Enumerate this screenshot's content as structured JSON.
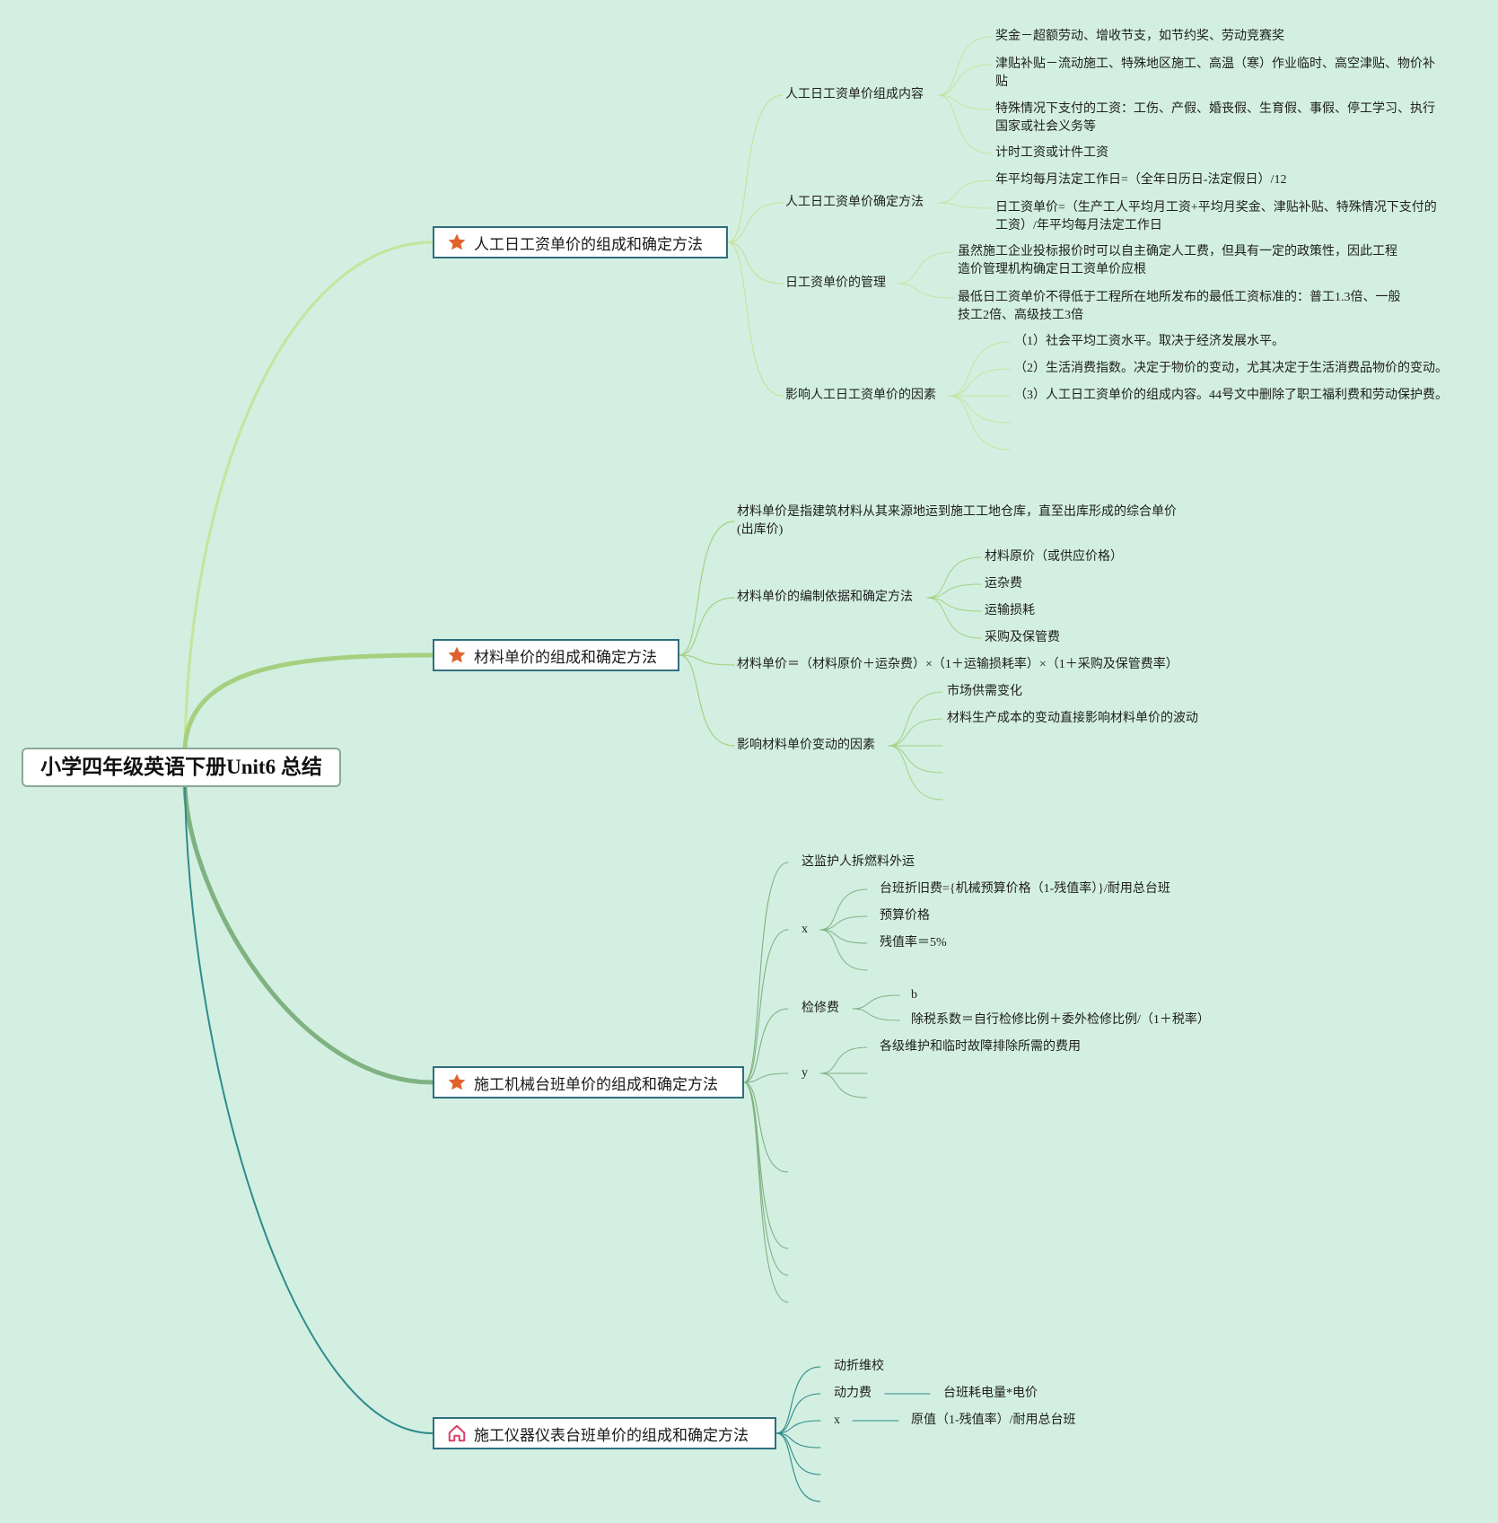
{
  "root": {
    "title": "小学四年级英语下册Unit6 总结"
  },
  "colors": {
    "background": "#d3efe2",
    "branch1": "#c6e49d",
    "branch2": "#a6d07f",
    "branch3": "#7fb281",
    "branch4": "#2f8b8b",
    "star": "#e0622d",
    "home": "#d9406a"
  },
  "branches": [
    {
      "label": "人工日工资单价的组成和确定方法",
      "icon": "star-icon",
      "children": [
        {
          "label": "人工日工资单价组成内容",
          "children": [
            "奖金－超额劳动、增收节支，如节约奖、劳动竞赛奖",
            "津贴补贴－流动施工、特殊地区施工、高温（寒）作业临时、高空津贴、物价补贴",
            "特殊情况下支付的工资：工伤、产假、婚丧假、生育假、事假、停工学习、执行国家或社会义务等",
            "计时工资或计件工资"
          ]
        },
        {
          "label": "人工日工资单价确定方法",
          "children": [
            "年平均每月法定工作日=（全年日历日-法定假日）/12",
            "日工资单价=（生产工人平均月工资+平均月奖金、津贴补贴、特殊情况下支付的工资）/年平均每月法定工作日"
          ]
        },
        {
          "label": "日工资单价的管理",
          "children": [
            "虽然施工企业投标报价时可以自主确定人工费，但具有一定的政策性，因此工程造价管理机构确定日工资单价应根",
            "最低日工资单价不得低于工程所在地所发布的最低工资标准的：普工1.3倍、一般技工2倍、高级技工3倍"
          ]
        },
        {
          "label": "影响人工日工资单价的因素",
          "children": [
            "（1）社会平均工资水平。取决于经济发展水平。",
            "（2）生活消费指数。决定于物价的变动，尤其决定于生活消费品物价的变动。",
            "（3）人工日工资单价的组成内容。44号文中删除了职工福利费和劳动保护费。"
          ]
        }
      ]
    },
    {
      "label": "材料单价的组成和确定方法",
      "icon": "star-icon",
      "children": [
        {
          "label": "材料单价是指建筑材料从其来源地运到施工工地仓库，直至出库形成的综合单价(出库价)"
        },
        {
          "label": "材料单价的编制依据和确定方法",
          "children": [
            "材料原价（或供应价格）",
            "运杂费",
            "运输损耗",
            "采购及保管费"
          ]
        },
        {
          "label": "材料单价＝（材料原价＋运杂费）×（1＋运输损耗率）×（1＋采购及保管费率）"
        },
        {
          "label": "影响材料单价变动的因素",
          "children": [
            "市场供需变化",
            "材料生产成本的变动直接影响材料单价的波动"
          ]
        }
      ]
    },
    {
      "label": "施工机械台班单价的组成和确定方法",
      "icon": "star-icon",
      "children": [
        {
          "label": "这监护人拆燃料外运"
        },
        {
          "label": "x",
          "children": [
            "台班折旧费={机械预算价格（1-残值率）}/耐用总台班",
            "预算价格",
            "残值率＝5%"
          ]
        },
        {
          "label": "检修费",
          "children": [
            "b",
            "除税系数＝自行检修比例＋委外检修比例/（1＋税率）"
          ]
        },
        {
          "label": "y",
          "children": [
            "各级维护和临时故障排除所需的费用"
          ]
        }
      ]
    },
    {
      "label": "施工仪器仪表台班单价的组成和确定方法",
      "icon": "home-icon",
      "children": [
        {
          "label": "动折维校"
        },
        {
          "label": "动力费",
          "children": [
            "台班耗电量*电价"
          ]
        },
        {
          "label": "x",
          "children": [
            "原值（1-残值率）/耐用总台班"
          ]
        }
      ]
    }
  ]
}
